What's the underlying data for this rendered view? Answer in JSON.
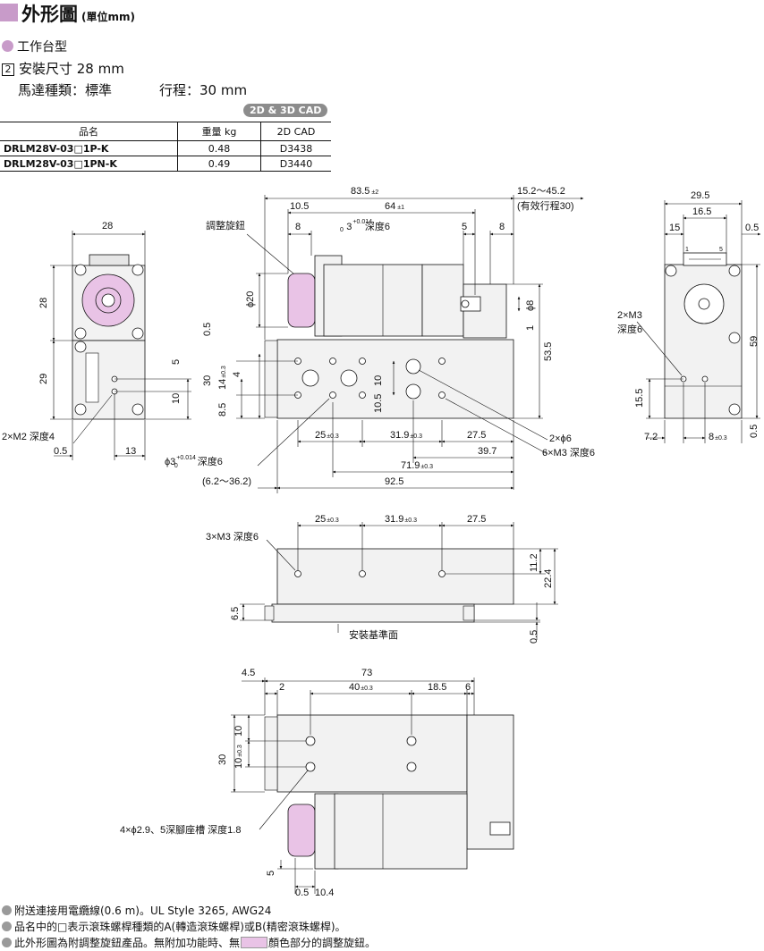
{
  "header": {
    "title": "外形圖",
    "unit": "(單位mm)"
  },
  "section_label": "工作台型",
  "size": {
    "index": "2",
    "label": "安裝尺寸 28 mm"
  },
  "motor_type": "馬達種類：標準",
  "stroke": "行程：30 mm",
  "cad_badge": "2D & 3D CAD",
  "table": {
    "headers": [
      "品名",
      "重量 kg",
      "2D CAD"
    ],
    "rows": [
      {
        "name": "DRLM28V-03□1P-K",
        "weight": "0.48",
        "cad": "D3438"
      },
      {
        "name": "DRLM28V-03□1PN-K",
        "weight": "0.49",
        "cad": "D3440"
      }
    ]
  },
  "labels": {
    "adjust_knob": "調整旋鈕",
    "effective_stroke": "(有效行程30)",
    "depth6": "深度6",
    "m2_depth4": "2×M2 深度4",
    "m3_depth6_side": "2×M3",
    "side_depth6": "深度6",
    "phi6": "2×ϕ6",
    "m3_6": "6×M3 深度6",
    "phi3": "ϕ3",
    "phi3_depth": "深度6",
    "m3_3": "3×M3 深度6",
    "mount_ref": "安裝基準面",
    "counterbore": "4×ϕ2.9、5深腳座槽 深度1.8",
    "phi20": "ϕ20",
    "phi8": "ϕ8",
    "tol_pos": "+0.014",
    "tol_zero": "0"
  },
  "dims": {
    "top_left_width": "28",
    "front_28": "28",
    "front_29": "29",
    "front_5": "5",
    "front_10": "10",
    "front_05": "0.5",
    "front_13": "13",
    "total": "83.5",
    "total_tol": "±2",
    "d105": "10.5",
    "d64": "64",
    "d64_tol": "±1",
    "d8a": "8",
    "d3": "3",
    "d5": "5",
    "d8b": "8",
    "stroke_range": "15.2～45.2",
    "d05a": "0.5",
    "d1": "1",
    "d535": "53.5",
    "d30": "30",
    "d4": "4",
    "d14": "14",
    "d85": "8.5",
    "d105b": "10.5",
    "d10": "10",
    "d25": "25",
    "d319": "31.9",
    "d275": "27.5",
    "d397": "39.7",
    "d719": "71.9",
    "d925": "92.5",
    "d62": "(6.2～36.2)",
    "tol03": "±0.3",
    "side_295": "29.5",
    "side_165": "16.5",
    "side_15": "15",
    "side_05": "0.5",
    "side_1": "1",
    "side_5": "5",
    "side_59": "59",
    "side_155": "15.5",
    "side_72": "7.2",
    "side_8": "8",
    "side_05b": "0.5",
    "mid_25": "25",
    "mid_319": "31.9",
    "mid_275": "27.5",
    "mid_112": "11.2",
    "mid_224": "22.4",
    "mid_65": "6.5",
    "mid_05": "0.5",
    "bot_45": "4.5",
    "bot_73": "73",
    "bot_2": "2",
    "bot_40": "40",
    "bot_185": "18.5",
    "bot_6": "6",
    "bot_30": "30",
    "bot_10a": "10",
    "bot_10b": "10",
    "bot_5": "5",
    "bot_05": "0.5",
    "bot_104": "10.4"
  },
  "notes": [
    "附送連接用電纜線(0.6 m)。UL Style 3265, AWG24",
    "品名中的□表示滾珠螺桿種類的A(轉造滾珠螺桿)或B(精密滾珠螺桿)。",
    [
      "此外形圖為附調整旋鈕產品。無附加功能時、無",
      "顏色部分的調整旋鈕。"
    ]
  ],
  "colors": {
    "accent": "#c89bc9",
    "knob": "#e9c3e6",
    "body": "#f2f2f2"
  }
}
